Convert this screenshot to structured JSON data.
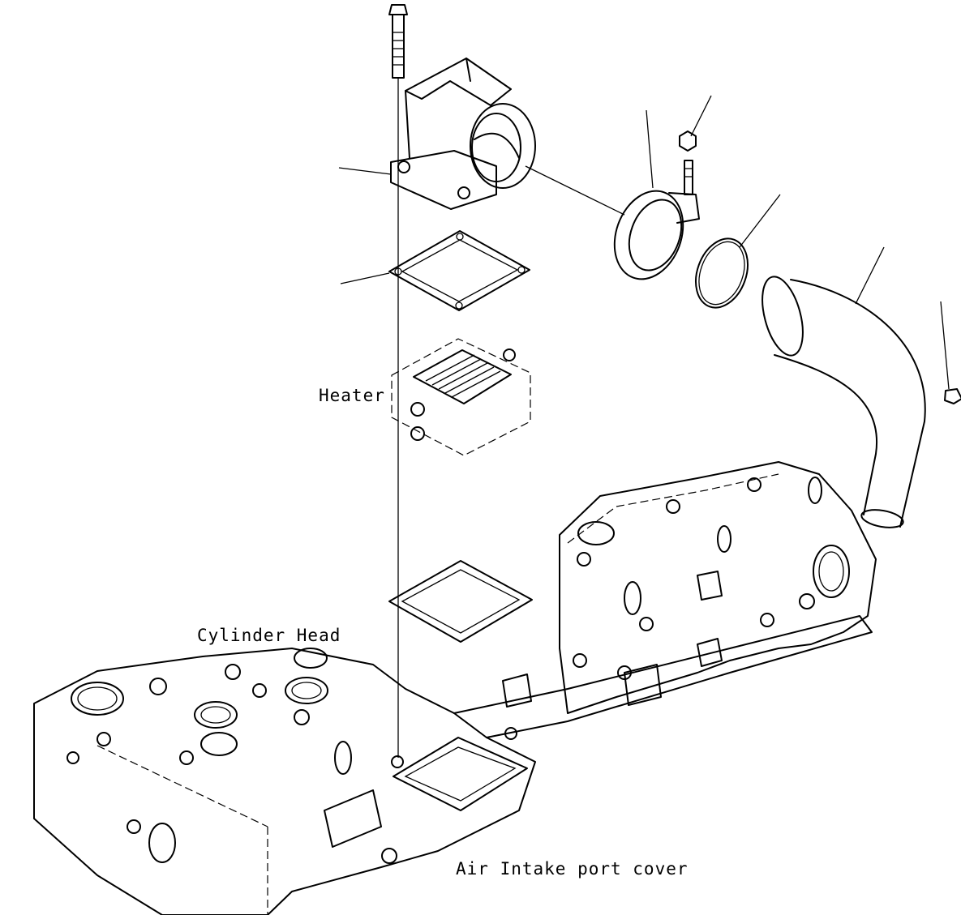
{
  "labels": {
    "heater": "Heater",
    "cylinder_head": "Cylinder Head",
    "air_intake_cover": "Air Intake port cover"
  },
  "colors": {
    "line": "#000000",
    "background": "#ffffff"
  }
}
